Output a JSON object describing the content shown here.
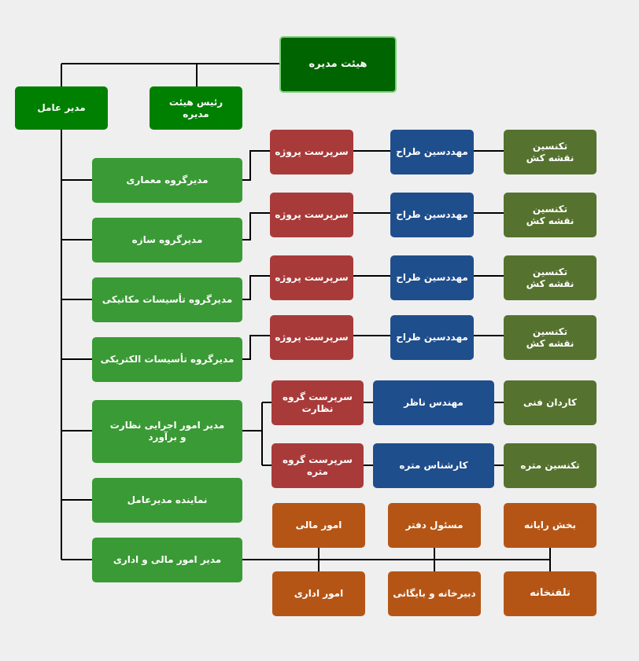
{
  "board": "هیئت مدیره",
  "ceo": "مدیر عامل",
  "chairman": "رئیس هیئت مدیره",
  "departments": [
    "مدیرگروه معماری",
    "مدیرگروه سازه",
    "مدیرگروه تأسیسات مکانیکی",
    "مدیرگروه تأسیسات الکتریکی",
    "مدیر امور اجرایی نظارت و برآورد",
    "نماینده مدیرعامل",
    "مدیر امور مالی و اداری"
  ],
  "design_rows": [
    {
      "supervisor": "سرپرست پروژه",
      "engineer": "مهددسین طراح",
      "technician": "تکنسین نقشه کش"
    },
    {
      "supervisor": "سرپرست پروژه",
      "engineer": "مهددسین طراح",
      "technician": "تکنسین نقشه کش"
    },
    {
      "supervisor": "سرپرست پروژه",
      "engineer": "مهددسین طراح",
      "technician": "تکنسین نقشه کش"
    },
    {
      "supervisor": "سرپرست پروژه",
      "engineer": "مهددسین طراح",
      "technician": "تکنسین نقشه کش"
    }
  ],
  "execution_rows": [
    {
      "supervisor": "سرپرست گروه نظارت",
      "specialist": "مهندس ناظر",
      "technician": "کاردان فنی"
    },
    {
      "supervisor": "سرپرست گروه متره",
      "specialist": "کارشناس متره",
      "technician": "تکنسین متره"
    }
  ],
  "admin_units_top": [
    "امور مالی",
    "مسئول دفتر",
    "بخش رایانه"
  ],
  "admin_units_bottom": [
    "امور اداری",
    "دبیرخانه و بایگانی",
    "تلفنخانه"
  ]
}
